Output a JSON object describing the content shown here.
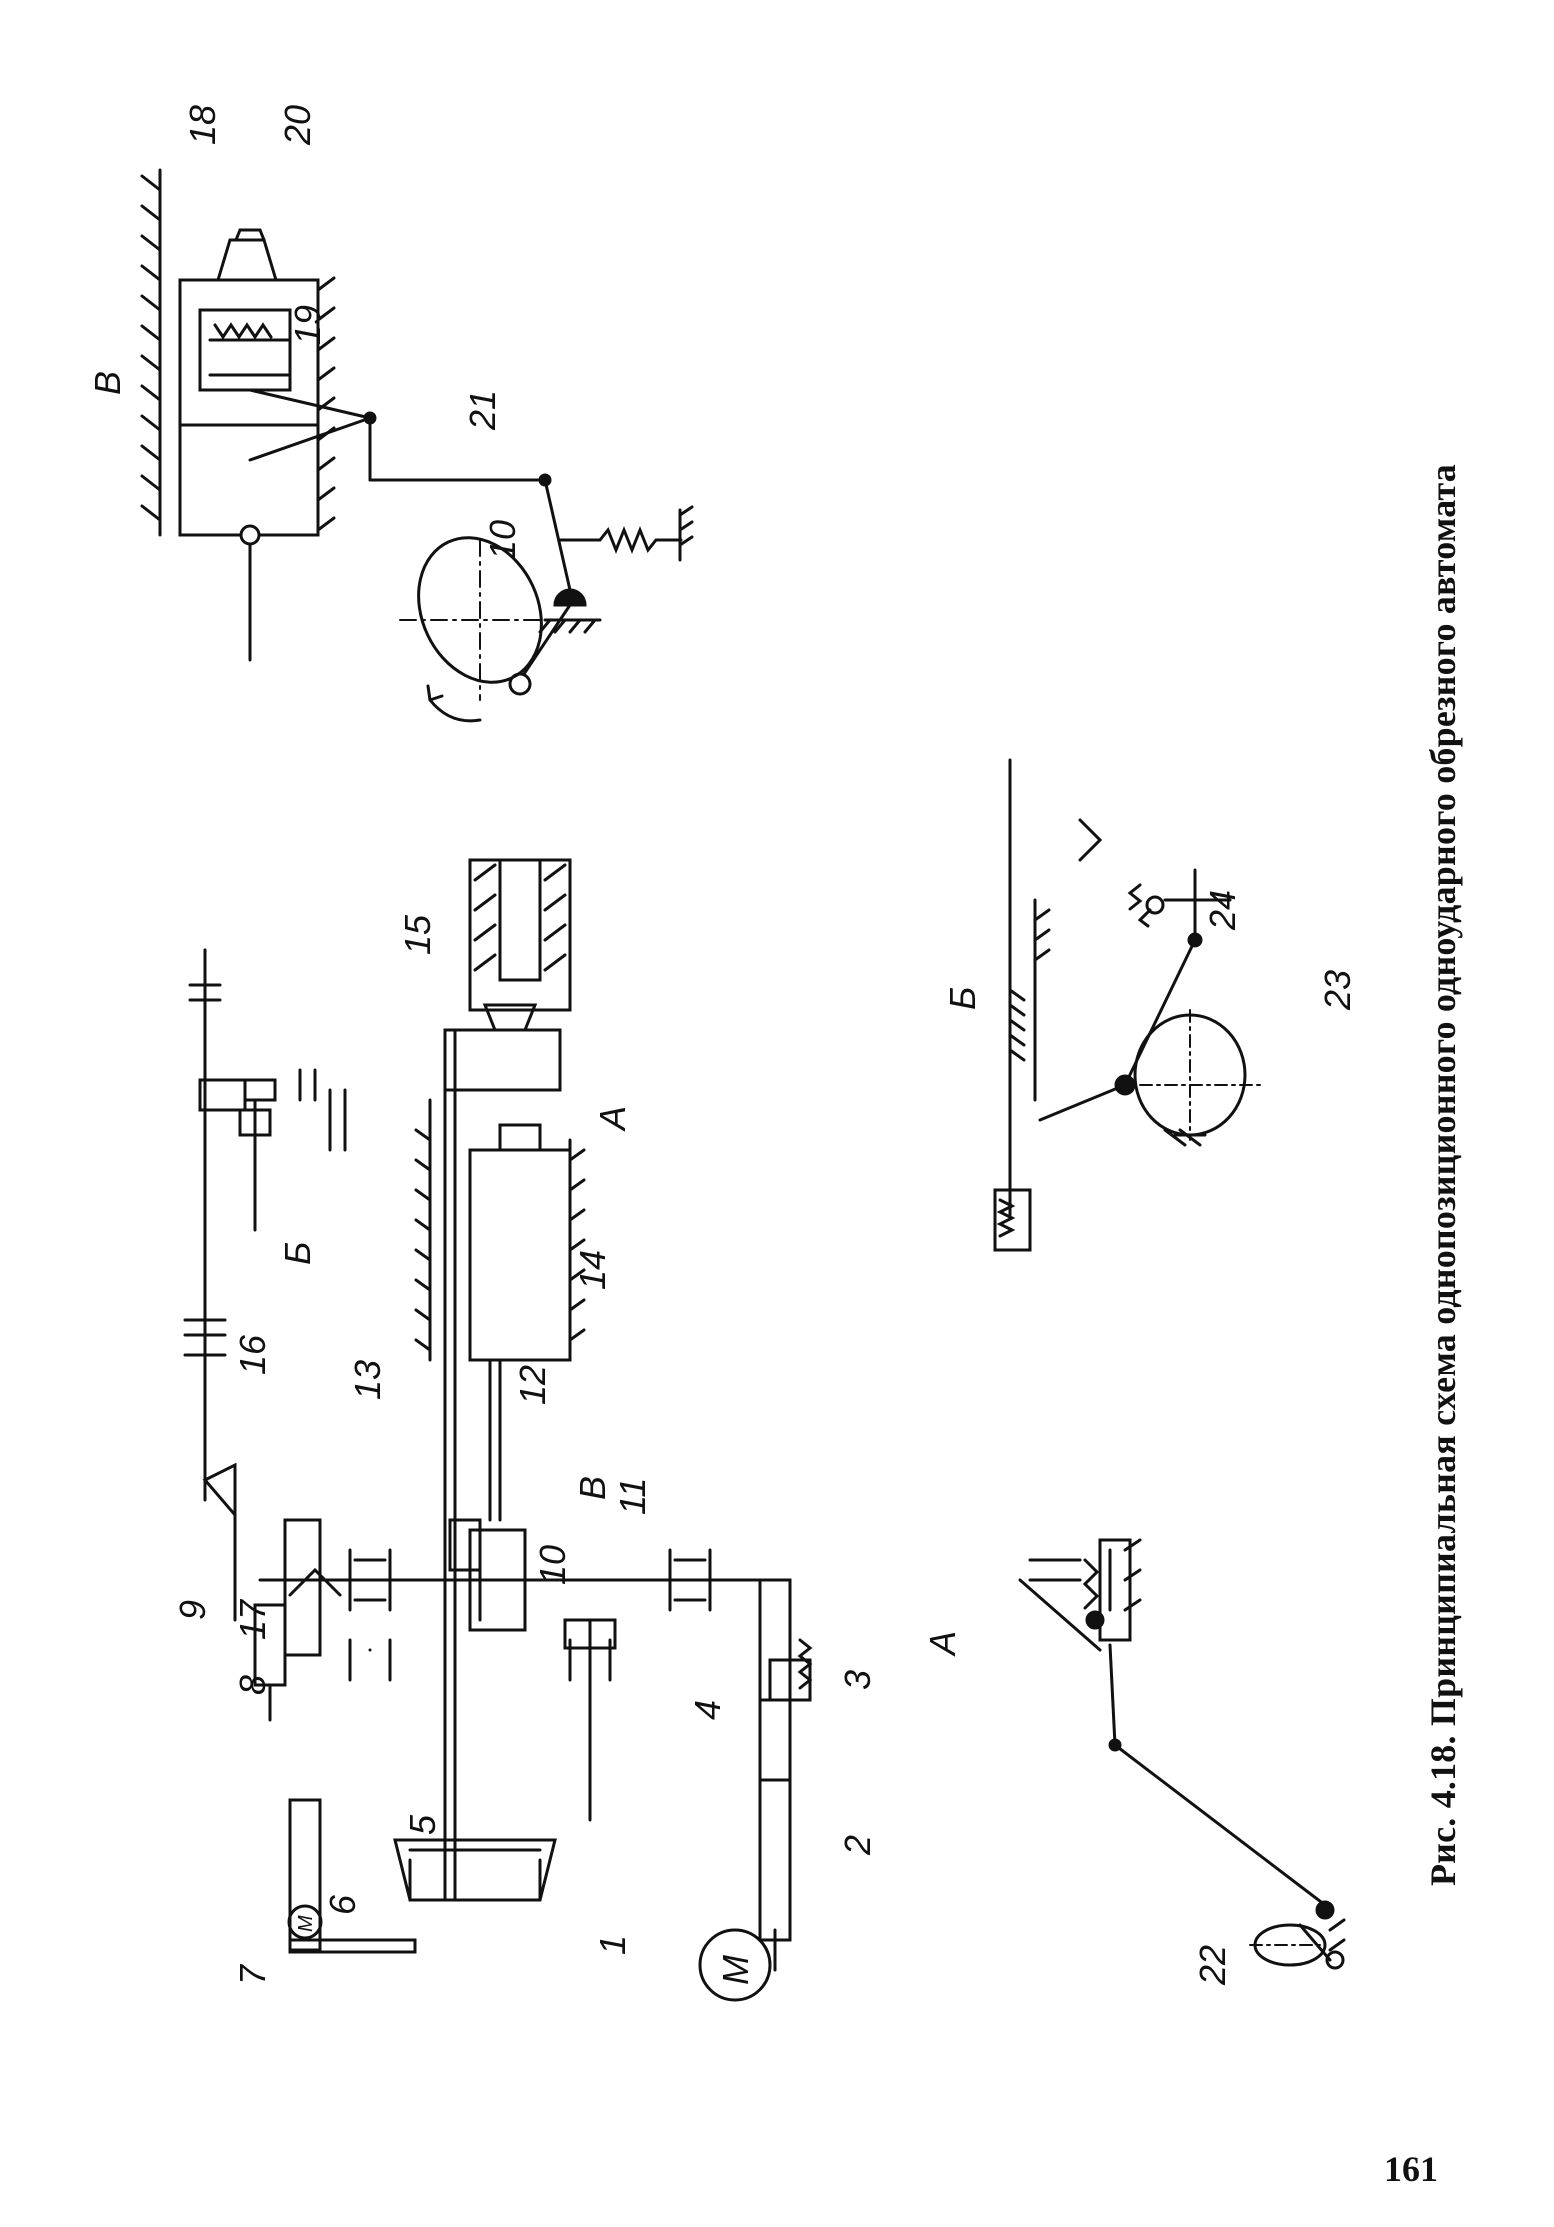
{
  "figure": {
    "caption": "Рис. 4.18. Принципиальная схема однопозиционного одноударного обрезного автомата",
    "page_number": "161"
  },
  "main_scheme": {
    "part_labels": [
      "1",
      "2",
      "3",
      "4",
      "5",
      "6",
      "7",
      "8",
      "9",
      "10",
      "11",
      "12",
      "13",
      "14",
      "15",
      "16",
      "17"
    ],
    "motor_symbol": "M",
    "view_labels": [
      "А",
      "Б",
      "В"
    ]
  },
  "view_A": {
    "label": "А",
    "part_labels": [
      "22"
    ]
  },
  "view_B": {
    "label": "Б",
    "part_labels": [
      "23",
      "24"
    ]
  },
  "view_V": {
    "label": "В",
    "part_labels": [
      "10",
      "18",
      "19",
      "20",
      "21"
    ]
  }
}
